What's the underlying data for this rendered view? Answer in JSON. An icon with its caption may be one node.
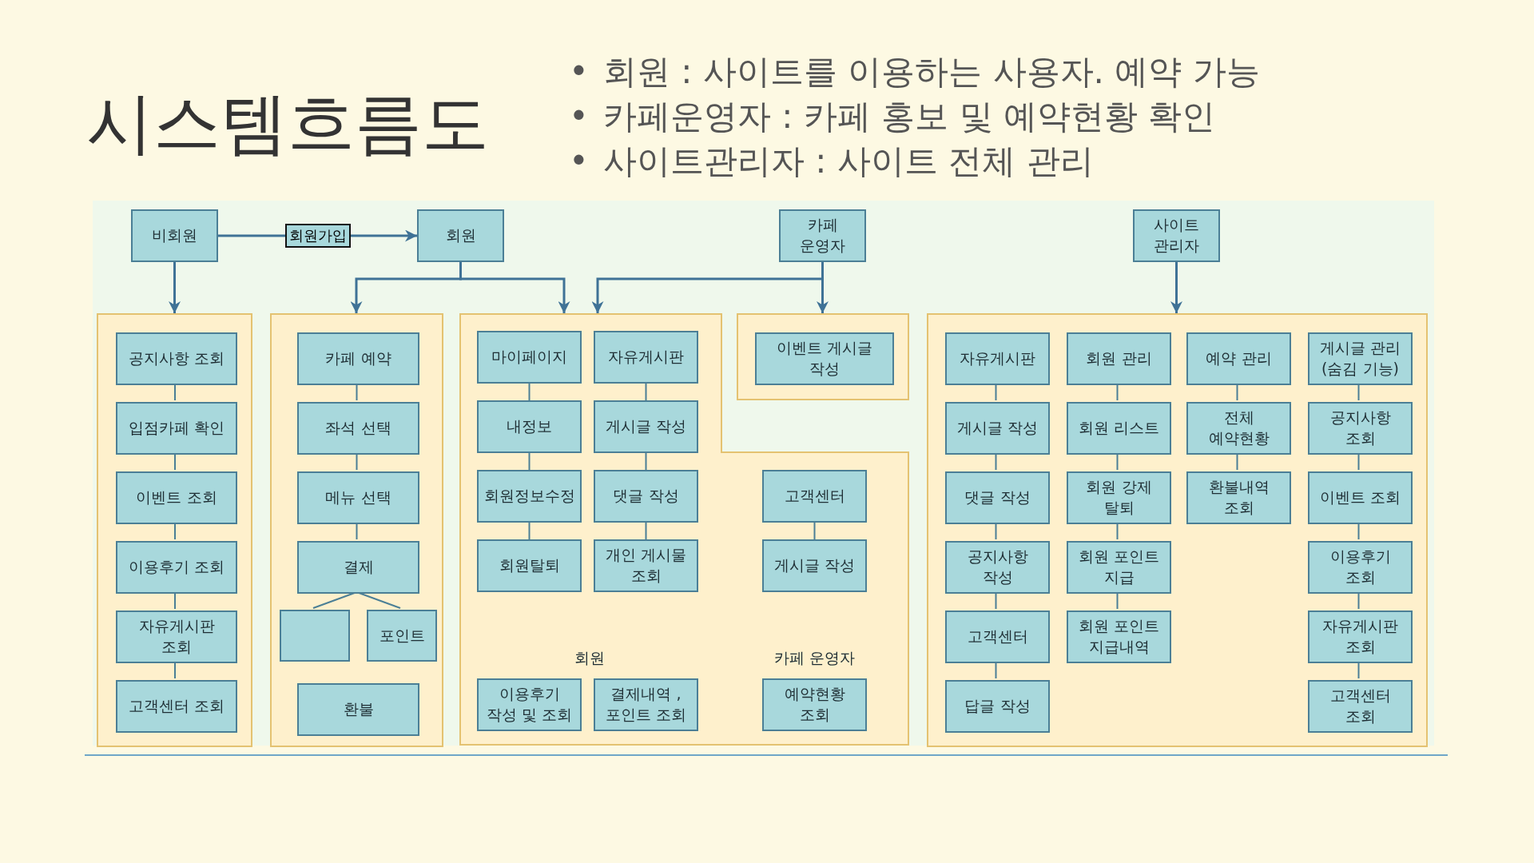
{
  "diagram": {
    "title": "시스템흐름도",
    "nodes": [
      {
        "text": [
          "비회원"
        ]
      },
      {
        "text": [
          "회원"
        ]
      },
      {
        "text": [
          "카페 운영자"
        ]
      },
      {
        "text": [
          "사이트 관리자"
        ]
      },
      {
        "text": [],
        "shape": "box"
      },
      {
        "text": [
          "공지사항 조회"
        ],
        "in": 4
      },
      {
        "text": [
          "입점카페 확인"
        ],
        "in": 4
      },
      {
        "text": [
          "이벤트 조회"
        ],
        "in": 4
      },
      {
        "text": [
          "이용후기 조회"
        ],
        "in": 4
      },
      {
        "text": [
          "자유게시판 조회"
        ],
        "in": 4
      },
      {
        "text": [
          "고객센터 조회"
        ],
        "in": 4
      },
      {
        "text": [],
        "shape": "box"
      },
      {
        "text": [
          "카페 예약"
        ],
        "in": 11
      },
      {
        "text": [
          "좌석 선택"
        ],
        "in": 11
      },
      {
        "text": [
          "메뉴 선택"
        ],
        "in": 11
      },
      {
        "text": [
          "결제"
        ],
        "in": 11
      },
      {
        "text": [],
        "shape": "box",
        "in": 11
      },
      {
        "text": [
          "포인트"
        ],
        "in": 11
      },
      {
        "text": [
          "환불"
        ],
        "in": 11
      },
      {
        "text": [],
        "shape": "box"
      },
      {
        "text": [
          "마이페이지"
        ],
        "in": 19
      },
      {
        "text": [
          "내정보"
        ],
        "in": 19
      },
      {
        "text": [
          "회원정보수정"
        ],
        "in": 19
      },
      {
        "text": [
          "회원탈퇴"
        ],
        "in": 19
      },
      {
        "text": [
          "자유게시판"
        ],
        "in": 19
      },
      {
        "text": [
          "게시글 작성"
        ],
        "in": 19
      },
      {
        "text": [
          "댓글 작성"
        ],
        "in": 19
      },
      {
        "text": [
          "개인 게시물 조회"
        ],
        "in": 19
      },
      {
        "text": [
          "고객센터"
        ],
        "in": 19
      },
      {
        "text": [
          "게시글 작성"
        ],
        "in": 19
      },
      {
        "text": [
          "이용후기 작성 및 조회"
        ],
        "in": 19
      },
      {
        "text": [
          "결제내역 ,포인트 조회"
        ],
        "in": 19
      },
      {
        "text": [
          "예약현황 조회"
        ],
        "in": 19,
        "beside": [
          "카페 운영자"
        ]
      },
      {
        "text": [],
        "shape": "box"
      },
      {
        "text": [
          "이벤트 게시글 작성"
        ],
        "in": 33
      },
      {
        "text": [],
        "shape": "box"
      },
      {
        "text": [
          "자유게시판"
        ],
        "in": 35
      },
      {
        "text": [
          "게시글 작성"
        ],
        "in": 35
      },
      {
        "text": [
          "댓글 작성"
        ],
        "in": 35
      },
      {
        "text": [
          "공지사항 작성"
        ],
        "in": 35
      },
      {
        "text": [
          "고객센터"
        ],
        "in": 35
      },
      {
        "text": [
          "답글 작성"
        ],
        "in": 35
      },
      {
        "text": [
          "회원 관리"
        ],
        "in": 35
      },
      {
        "text": [
          "회원 리스트"
        ],
        "in": 35
      },
      {
        "text": [
          "회원 강제 탈퇴"
        ],
        "in": 35
      },
      {
        "text": [
          "회원 포인트 지급"
        ],
        "in": 35
      },
      {
        "text": [
          "회원 포인트 지급내역"
        ],
        "in": 35
      },
      {
        "text": [
          "예약 관리"
        ],
        "in": 35
      },
      {
        "text": [
          "전체 예약현황"
        ],
        "in": 35
      },
      {
        "text": [
          "환불내역 조회"
        ],
        "in": 35
      },
      {
        "text": [
          "게시글 관리 (숨김 기능)"
        ],
        "in": 35
      },
      {
        "text": [
          "공지사항 조회"
        ],
        "in": 35
      },
      {
        "text": [
          "이벤트 조회"
        ],
        "in": 35
      },
      {
        "text": [
          "이용후기 조회"
        ],
        "in": 35
      },
      {
        "text": [
          "자유게시판 조회"
        ],
        "in": 35
      },
      {
        "text": [
          "고객센터 조회"
        ],
        "in": 35
      }
    ],
    "edges": [
      {
        "from": 0,
        "to": 1,
        "arrow": "to",
        "label": "회원가입"
      },
      {
        "from": 0,
        "to": 4,
        "arrow": "to"
      },
      {
        "from": 1,
        "to": 11,
        "arrow": "to"
      },
      {
        "from": 1,
        "to": 19,
        "arrow": "to"
      },
      {
        "from": 2,
        "to": 19,
        "arrow": "to"
      },
      {
        "from": 2,
        "to": 33,
        "arrow": "to"
      },
      {
        "from": 3,
        "to": 35,
        "arrow": "to"
      },
      {
        "from": 5,
        "to": 6,
        "arrow": "none"
      },
      {
        "from": 6,
        "to": 7,
        "arrow": "none"
      },
      {
        "from": 7,
        "to": 8,
        "arrow": "none"
      },
      {
        "from": 8,
        "to": 9,
        "arrow": "none"
      },
      {
        "from": 9,
        "to": 10,
        "arrow": "none"
      },
      {
        "from": 12,
        "to": 13,
        "arrow": "none"
      },
      {
        "from": 13,
        "to": 14,
        "arrow": "none"
      },
      {
        "from": 14,
        "to": 15,
        "arrow": "none"
      },
      {
        "from": 15,
        "to": 16,
        "arrow": "none"
      },
      {
        "from": 15,
        "to": 17,
        "arrow": "none"
      },
      {
        "from": 20,
        "to": 21,
        "arrow": "none"
      },
      {
        "from": 21,
        "to": 22,
        "arrow": "none"
      },
      {
        "from": 22,
        "to": 23,
        "arrow": "none"
      },
      {
        "from": 24,
        "to": 25,
        "arrow": "none"
      },
      {
        "from": 25,
        "to": 26,
        "arrow": "none"
      },
      {
        "from": 26,
        "to": 27,
        "arrow": "none"
      },
      {
        "from": 28,
        "to": 29,
        "arrow": "none"
      },
      {
        "from": 36,
        "to": 37,
        "arrow": "none"
      },
      {
        "from": 37,
        "to": 38,
        "arrow": "none"
      },
      {
        "from": 38,
        "to": 39,
        "arrow": "none"
      },
      {
        "from": 39,
        "to": 40,
        "arrow": "none"
      },
      {
        "from": 40,
        "to": 41,
        "arrow": "none"
      },
      {
        "from": 42,
        "to": 43,
        "arrow": "none"
      },
      {
        "from": 43,
        "to": 44,
        "arrow": "none"
      },
      {
        "from": 44,
        "to": 45,
        "arrow": "none"
      },
      {
        "from": 45,
        "to": 46,
        "arrow": "none"
      },
      {
        "from": 47,
        "to": 48,
        "arrow": "none"
      },
      {
        "from": 48,
        "to": 49,
        "arrow": "none"
      },
      {
        "from": 50,
        "to": 51,
        "arrow": "none"
      },
      {
        "from": 51,
        "to": 52,
        "arrow": "none"
      },
      {
        "from": 52,
        "to": 53,
        "arrow": "none"
      },
      {
        "from": 53,
        "to": 54,
        "arrow": "none"
      },
      {
        "from": 54,
        "to": 55,
        "arrow": "none"
      }
    ],
    "labels": [
      "•",
      "회원 : 사이트를 이용하는 사용자. 예약 가능",
      "•",
      "카페운영자 : 카페 홍보 및 예약현황 확인",
      "•",
      "사이트관리자 : 사이트 전체 관리",
      "회원"
    ]
  }
}
